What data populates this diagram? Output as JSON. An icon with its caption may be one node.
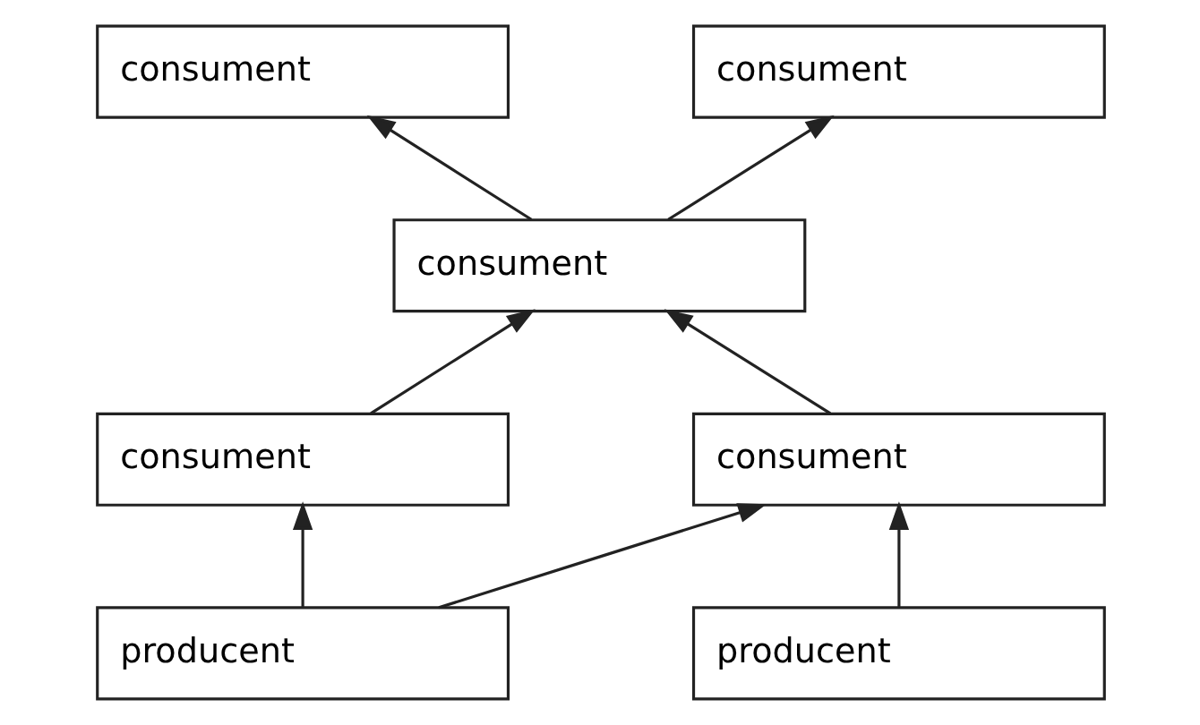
{
  "diagram": {
    "nodes": [
      {
        "text": [
          "consument"
        ]
      },
      {
        "text": [
          "consument"
        ]
      },
      {
        "text": [
          "consument"
        ]
      },
      {
        "text": [
          "consument"
        ]
      },
      {
        "text": [
          "consument"
        ]
      },
      {
        "text": [
          "producent"
        ]
      },
      {
        "text": [
          "producent"
        ]
      }
    ],
    "edges": [
      {
        "from": 2,
        "to": 0,
        "arrow": "to"
      },
      {
        "from": 2,
        "to": 1,
        "arrow": "to"
      },
      {
        "from": 3,
        "to": 2,
        "arrow": "to"
      },
      {
        "from": 4,
        "to": 2,
        "arrow": "to"
      },
      {
        "from": 5,
        "to": 3,
        "arrow": "to"
      },
      {
        "from": 5,
        "to": 4,
        "arrow": "to"
      },
      {
        "from": 6,
        "to": 4,
        "arrow": "to"
      }
    ]
  }
}
